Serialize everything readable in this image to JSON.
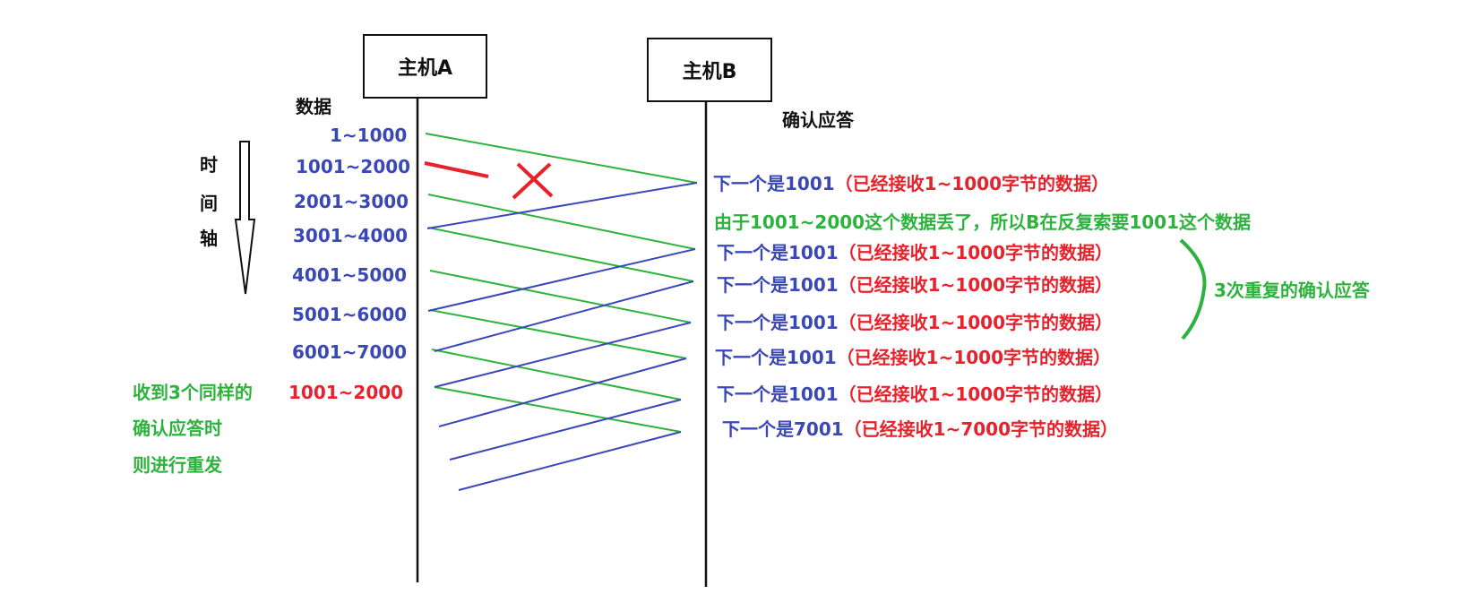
{
  "host_a": "主机A",
  "host_b": "主机B",
  "data_label": "数据",
  "ack_label": "确认应答",
  "time_axis": [
    "时",
    "间",
    "轴"
  ],
  "segments": [
    "1~1000",
    "1001~2000",
    "2001~3000",
    "3001~4000",
    "4001~5000",
    "5001~6000",
    "6001~7000"
  ],
  "retransmit_segment": "1001~2000",
  "retransmit_note": [
    "收到3个同样的",
    "确认应答时",
    "则进行重发"
  ],
  "loss_note": "由于1001~2000这个数据丢了，所以B在反复索要1001这个数据",
  "acks": [
    {
      "next": "下一个是1001",
      "detail": "（已经接收1~1000字节的数据）"
    },
    {
      "next": "下一个是1001",
      "detail": "（已经接收1~1000字节的数据）"
    },
    {
      "next": "下一个是1001",
      "detail": "（已经接收1~1000字节的数据）"
    },
    {
      "next": "下一个是1001",
      "detail": "（已经接收1~1000字节的数据）"
    },
    {
      "next": "下一个是1001",
      "detail": "（已经接收1~1000字节的数据）"
    },
    {
      "next": "下一个是1001",
      "detail": "（已经接收1~1000字节的数据）"
    },
    {
      "next": "下一个是7001",
      "detail": "（已经接收1~7000字节的数据）"
    }
  ],
  "dup_ack_note": "3次重复的确认应答",
  "colors": {
    "data": "#2db33d",
    "ack": "#3a47b8",
    "loss": "#e8212b"
  }
}
